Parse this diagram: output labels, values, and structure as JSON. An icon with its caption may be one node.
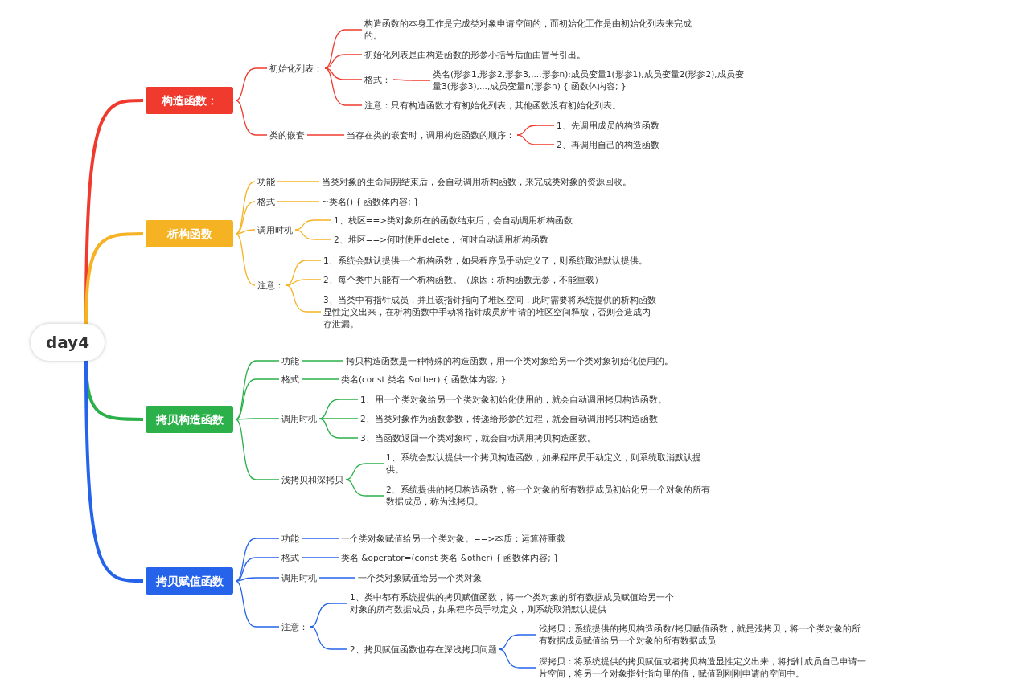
{
  "diagram": {
    "nodes": [
      {
        "text": [
          "day4"
        ]
      },
      {
        "text": [
          "构造函数："
        ]
      },
      {
        "text": [
          "初始化列表："
        ]
      },
      {
        "text": [
          "构造函数的本身工作是完成类对象申请空间的，而初始化工作是由初始化列表来完成的。"
        ]
      },
      {
        "text": [
          "初始化列表是由构造函数的形参小括号后面由冒号引出。"
        ]
      },
      {
        "text": [
          "格式："
        ]
      },
      {
        "text": [
          "类名(形参1,形参2,形参3,...,形参n):成员变量1(形参1),成员变量2(形参2),成员变量3(形参3),...,成员变量n(形参n) { 函数体内容; }"
        ]
      },
      {
        "text": [
          "注意：只有构造函数才有初始化列表，其他函数没有初始化列表。"
        ]
      },
      {
        "text": [
          "类的嵌套"
        ]
      },
      {
        "text": [
          "当存在类的嵌套时，调用构造函数的顺序："
        ]
      },
      {
        "text": [
          "1、先调用成员的构造函数"
        ]
      },
      {
        "text": [
          "2、再调用自己的构造函数"
        ]
      },
      {
        "text": [
          "析构函数"
        ]
      },
      {
        "text": [
          "功能"
        ]
      },
      {
        "text": [
          "当类对象的生命周期结束后，会自动调用析构函数，来完成类对象的资源回收。"
        ]
      },
      {
        "text": [
          "格式"
        ]
      },
      {
        "text": [
          "~类名() { 函数体内容; }"
        ]
      },
      {
        "text": [
          "调用时机"
        ]
      },
      {
        "text": [
          "1、栈区==>类对象所在的函数结束后，会自动调用析构函数"
        ]
      },
      {
        "text": [
          "2、堆区==>何时使用delete， 何时自动调用析构函数"
        ]
      },
      {
        "text": [
          "注意："
        ]
      },
      {
        "text": [
          "1、系统会默认提供一个析构函数，如果程序员手动定义了，则系统取消默认提供。"
        ]
      },
      {
        "text": [
          "2、每个类中只能有一个析构函数。（原因：析构函数无参，不能重载）"
        ]
      },
      {
        "text": [
          "3、当类中有指针成员，并且该指针指向了堆区空间，此时需要将系统提供的析构函数显性定义出来，在析构函数中手动将指针成员所申请的堆区空间释放，否则会造成内存泄漏。"
        ]
      },
      {
        "text": [
          "拷贝构造函数"
        ]
      },
      {
        "text": [
          "功能"
        ]
      },
      {
        "text": [
          "拷贝构造函数是一种特殊的构造函数，用一个类对象给另一个类对象初始化使用的。"
        ]
      },
      {
        "text": [
          "格式"
        ]
      },
      {
        "text": [
          "类名(const 类名  &other) { 函数体内容; }"
        ]
      },
      {
        "text": [
          "调用时机"
        ]
      },
      {
        "text": [
          "1、用一个类对象给另一个类对象初始化使用的，就会自动调用拷贝构造函数。"
        ]
      },
      {
        "text": [
          "2、当类对象作为函数参数，传递给形参的过程，就会自动调用拷贝构造函数"
        ]
      },
      {
        "text": [
          "3、当函数返回一个类对象时，就会自动调用拷贝构造函数。"
        ]
      },
      {
        "text": [
          "浅拷贝和深拷贝"
        ]
      },
      {
        "text": [
          "1、系统会默认提供一个拷贝构造函数，如果程序员手动定义，则系统取消默认提供。"
        ]
      },
      {
        "text": [
          "2、系统提供的拷贝构造函数，将一个对象的所有数据成员初始化另一个对象的所有数据成员，称为浅拷贝。"
        ]
      },
      {
        "text": [
          "拷贝赋值函数"
        ]
      },
      {
        "text": [
          "功能"
        ]
      },
      {
        "text": [
          "一个类对象赋值给另一个类对象。==>本质：运算符重载"
        ]
      },
      {
        "text": [
          "格式"
        ]
      },
      {
        "text": [
          "类名 &operator=(const 类名  &other) { 函数体内容; }"
        ]
      },
      {
        "text": [
          "调用时机"
        ]
      },
      {
        "text": [
          "一个类对象赋值给另一个类对象"
        ]
      },
      {
        "text": [
          "注意："
        ]
      },
      {
        "text": [
          "1、类中都有系统提供的拷贝赋值函数，将一个类对象的所有数据成员赋值给另一个对象的所有数据成员，如果程序员手动定义，则系统取消默认提供"
        ]
      },
      {
        "text": [
          "2、拷贝赋值函数也存在深浅拷贝问题"
        ]
      },
      {
        "text": [
          "浅拷贝：系统提供的拷贝构造函数/拷贝赋值函数，就是浅拷贝，将一个类对象的所有数据成员赋值给另一个对象的所有数据成员"
        ]
      },
      {
        "text": [
          "深拷贝：将系统提供的拷贝赋值或者拷贝构造显性定义出来，将指针成员自己申请一片空间，将另一个对象指针指向里的值，赋值到刚刚申请的空间中。"
        ]
      }
    ],
    "edges": [
      {
        "from": 0,
        "to": 1,
        "arrow": "none",
        "style": "thick",
        "color": "#f03a2e"
      },
      {
        "from": 1,
        "to": 2,
        "arrow": "none",
        "color": "#f03a2e"
      },
      {
        "from": 2,
        "to": 3,
        "arrow": "none",
        "color": "#f03a2e"
      },
      {
        "from": 2,
        "to": 4,
        "arrow": "none",
        "color": "#f03a2e"
      },
      {
        "from": 2,
        "to": 5,
        "arrow": "none",
        "color": "#f03a2e"
      },
      {
        "from": 5,
        "to": 6,
        "arrow": "none",
        "color": "#f03a2e"
      },
      {
        "from": 2,
        "to": 7,
        "arrow": "none",
        "color": "#f03a2e"
      },
      {
        "from": 1,
        "to": 8,
        "arrow": "none",
        "color": "#f03a2e"
      },
      {
        "from": 8,
        "to": 9,
        "arrow": "none",
        "color": "#f03a2e"
      },
      {
        "from": 9,
        "to": 10,
        "arrow": "none",
        "color": "#f03a2e"
      },
      {
        "from": 9,
        "to": 11,
        "arrow": "none",
        "color": "#f03a2e"
      },
      {
        "from": 0,
        "to": 12,
        "arrow": "none",
        "style": "thick",
        "color": "#f5b324"
      },
      {
        "from": 12,
        "to": 13,
        "arrow": "none",
        "color": "#f5b324"
      },
      {
        "from": 13,
        "to": 14,
        "arrow": "none",
        "color": "#f5b324"
      },
      {
        "from": 12,
        "to": 15,
        "arrow": "none",
        "color": "#f5b324"
      },
      {
        "from": 15,
        "to": 16,
        "arrow": "none",
        "color": "#f5b324"
      },
      {
        "from": 12,
        "to": 17,
        "arrow": "none",
        "color": "#f5b324"
      },
      {
        "from": 17,
        "to": 18,
        "arrow": "none",
        "color": "#f5b324"
      },
      {
        "from": 17,
        "to": 19,
        "arrow": "none",
        "color": "#f5b324"
      },
      {
        "from": 12,
        "to": 20,
        "arrow": "none",
        "color": "#f5b324"
      },
      {
        "from": 20,
        "to": 21,
        "arrow": "none",
        "color": "#f5b324"
      },
      {
        "from": 20,
        "to": 22,
        "arrow": "none",
        "color": "#f5b324"
      },
      {
        "from": 20,
        "to": 23,
        "arrow": "none",
        "color": "#f5b324"
      },
      {
        "from": 0,
        "to": 24,
        "arrow": "none",
        "style": "thick",
        "color": "#2bb04a"
      },
      {
        "from": 24,
        "to": 25,
        "arrow": "none",
        "color": "#2bb04a"
      },
      {
        "from": 25,
        "to": 26,
        "arrow": "none",
        "color": "#2bb04a"
      },
      {
        "from": 24,
        "to": 27,
        "arrow": "none",
        "color": "#2bb04a"
      },
      {
        "from": 27,
        "to": 28,
        "arrow": "none",
        "color": "#2bb04a"
      },
      {
        "from": 24,
        "to": 29,
        "arrow": "none",
        "color": "#2bb04a"
      },
      {
        "from": 29,
        "to": 30,
        "arrow": "none",
        "color": "#2bb04a"
      },
      {
        "from": 29,
        "to": 31,
        "arrow": "none",
        "color": "#2bb04a"
      },
      {
        "from": 29,
        "to": 32,
        "arrow": "none",
        "color": "#2bb04a"
      },
      {
        "from": 24,
        "to": 33,
        "arrow": "none",
        "color": "#2bb04a"
      },
      {
        "from": 33,
        "to": 34,
        "arrow": "none",
        "color": "#2bb04a"
      },
      {
        "from": 33,
        "to": 35,
        "arrow": "none",
        "color": "#2bb04a"
      },
      {
        "from": 0,
        "to": 36,
        "arrow": "none",
        "style": "thick",
        "color": "#2563eb"
      },
      {
        "from": 36,
        "to": 37,
        "arrow": "none",
        "color": "#2563eb"
      },
      {
        "from": 37,
        "to": 38,
        "arrow": "none",
        "color": "#2563eb"
      },
      {
        "from": 36,
        "to": 39,
        "arrow": "none",
        "color": "#2563eb"
      },
      {
        "from": 39,
        "to": 40,
        "arrow": "none",
        "color": "#2563eb"
      },
      {
        "from": 36,
        "to": 41,
        "arrow": "none",
        "color": "#2563eb"
      },
      {
        "from": 41,
        "to": 42,
        "arrow": "none",
        "color": "#2563eb"
      },
      {
        "from": 36,
        "to": 43,
        "arrow": "none",
        "color": "#2563eb"
      },
      {
        "from": 43,
        "to": 44,
        "arrow": "none",
        "color": "#2563eb"
      },
      {
        "from": 43,
        "to": 45,
        "arrow": "none",
        "color": "#2563eb"
      },
      {
        "from": 45,
        "to": 46,
        "arrow": "none",
        "color": "#2563eb"
      },
      {
        "from": 45,
        "to": 47,
        "arrow": "none",
        "color": "#2563eb"
      }
    ]
  }
}
